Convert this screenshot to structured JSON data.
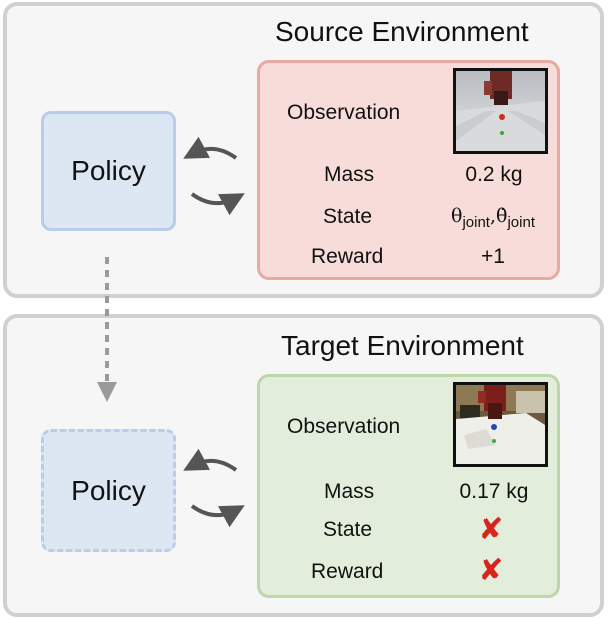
{
  "source": {
    "title": "Source Environment",
    "policy_label": "Policy",
    "observation_label": "Observation",
    "mass_label": "Mass",
    "mass_value": "0.2 kg",
    "state_label": "State",
    "state_value": {
      "theta": "θ",
      "theta_sub": "joint",
      "sep": ",",
      "theta_dot": "θ̇",
      "theta_dot_sub": "joint"
    },
    "reward_label": "Reward",
    "reward_value": "+1"
  },
  "target": {
    "title": "Target Environment",
    "policy_label": "Policy",
    "observation_label": "Observation",
    "mass_label": "Mass",
    "mass_value": "0.17 kg",
    "state_label": "State",
    "state_value": "✘",
    "reward_label": "Reward",
    "reward_value": "✘"
  },
  "colors": {
    "source_box": "#f8dcd9",
    "target_box": "#e2eddb",
    "policy_box": "#dde7f4",
    "cross": "#d9241c",
    "arrow": "#555555"
  },
  "icons": [
    "cycle-arrows-icon",
    "dashed-down-arrow-icon",
    "cross-icon"
  ]
}
